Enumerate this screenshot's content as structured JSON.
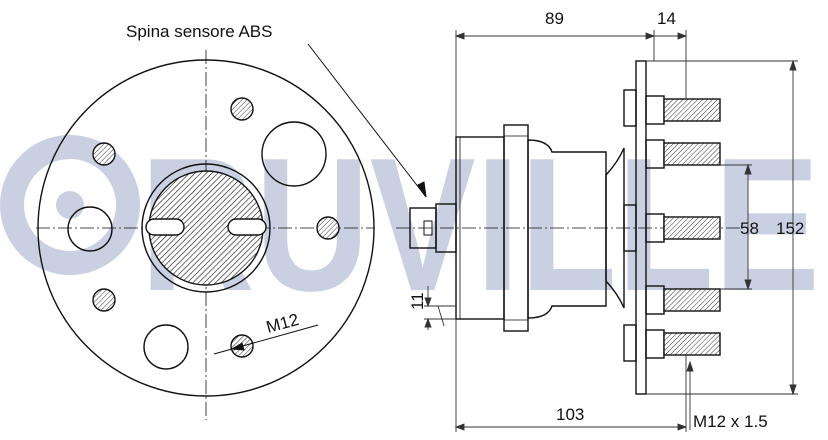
{
  "labels": {
    "abs_sensor": "Spina sensore ABS",
    "dim_89": "89",
    "dim_14": "14",
    "dim_58": "58",
    "dim_152": "152",
    "dim_11": "11",
    "dim_103": "103",
    "thread_front": "M12",
    "thread_side": "M12 x 1.5"
  },
  "watermark": {
    "text": "RUVILLE",
    "color": "#c9d0e2"
  },
  "colors": {
    "line": "#111111",
    "dim": "#333333"
  }
}
